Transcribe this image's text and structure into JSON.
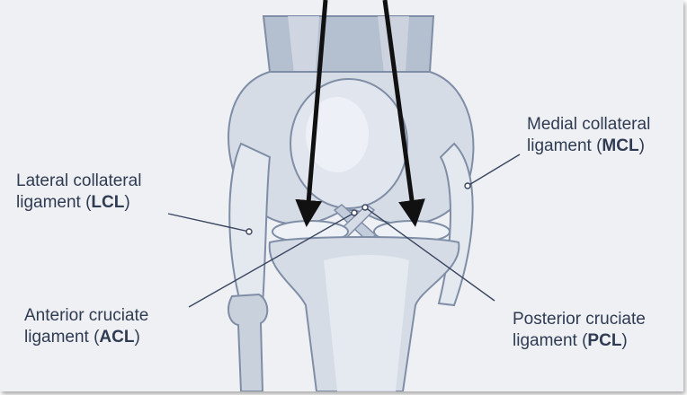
{
  "labels": {
    "lcl": {
      "line1": "Lateral collateral",
      "line2_prefix": "ligament (",
      "abbr": "LCL",
      "line2_suffix": ")"
    },
    "mcl": {
      "line1": "Medial collateral",
      "line2_prefix": "ligament (",
      "abbr": "MCL",
      "line2_suffix": ")"
    },
    "acl": {
      "line1": "Anterior cruciate",
      "line2_prefix": "ligament (",
      "abbr": "ACL",
      "line2_suffix": ")"
    },
    "pcl": {
      "line1": "Posterior cruciate",
      "line2_prefix": "ligament (",
      "abbr": "PCL",
      "line2_suffix": ")"
    }
  },
  "colors": {
    "background": "#eef0f3",
    "bone_light": "#d6dce6",
    "bone_mid": "#b4bfcf",
    "bone_dark": "#7f8ea6",
    "text": "#2f3b52",
    "leader_line": "#3a4560",
    "arrow": "#111111"
  }
}
